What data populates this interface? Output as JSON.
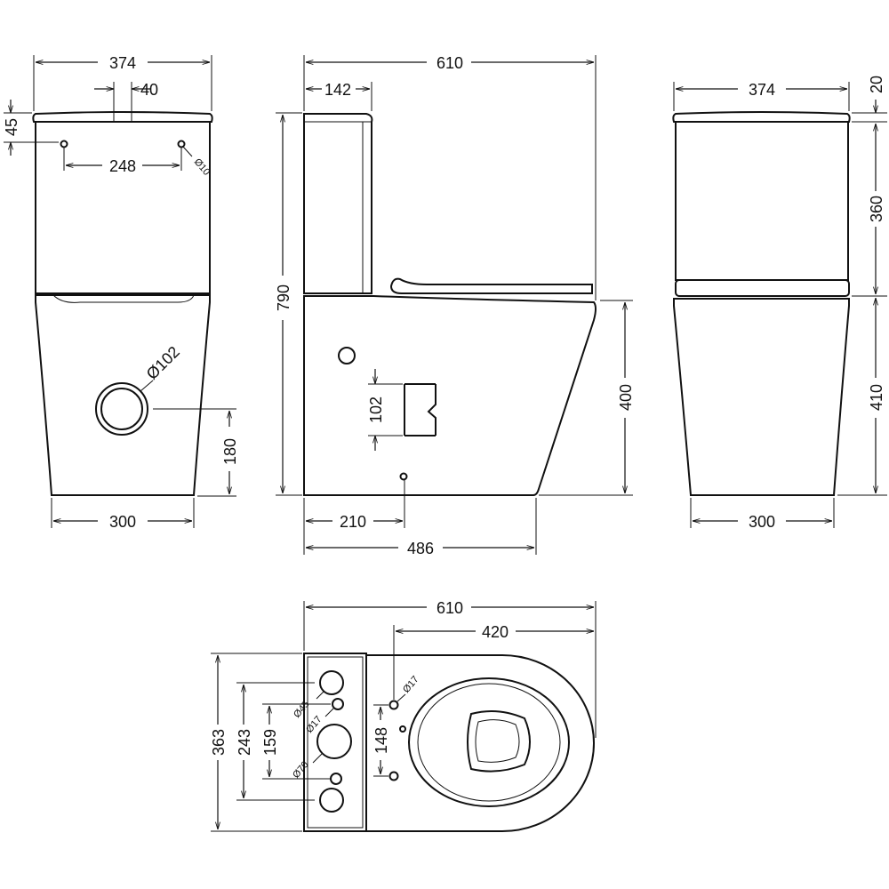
{
  "front_view": {
    "width_total": "374",
    "handle_gap": "40",
    "top_offset": "45",
    "fix_spacing": "248",
    "fix_hole": "Ø10",
    "waste_hole": "Ø102",
    "waste_height": "180",
    "base_width": "300"
  },
  "side_view": {
    "depth_total": "610",
    "cistern_depth": "142",
    "height_total": "790",
    "pan_height": "400",
    "outlet_size": "102",
    "outlet_offset": "210",
    "base_depth": "486"
  },
  "rear_view": {
    "width_total": "374",
    "lid": "20",
    "cistern_height": "360",
    "pan_height": "410",
    "base_width": "300"
  },
  "plan_view": {
    "depth_total": "610",
    "fix_offset": "420",
    "width_total": "363",
    "spacing_outer": "243",
    "spacing_inner": "159",
    "fix_spacing": "148",
    "hole_45": "Ø45",
    "hole_17a": "Ø17",
    "hole_70": "Ø70",
    "hole_17b": "Ø17"
  }
}
